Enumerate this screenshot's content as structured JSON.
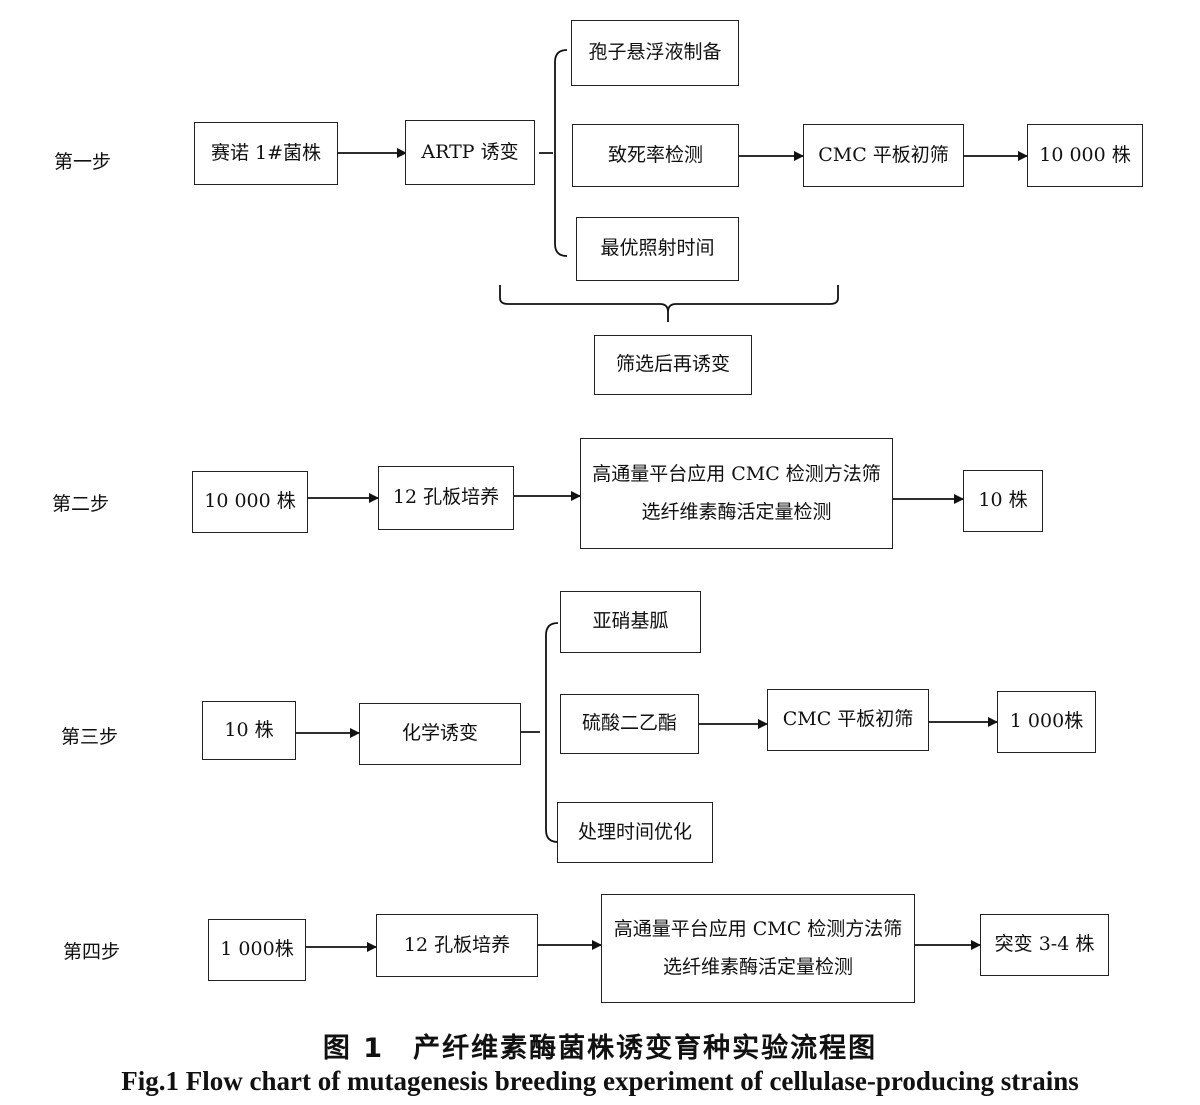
{
  "steps": {
    "s1": "第一步",
    "s2": "第二步",
    "s3": "第三步",
    "s4": "第四步"
  },
  "step1": {
    "strain": "赛诺 1#菌株",
    "artp": "ARTP 诱变",
    "spore": "孢子悬浮液制备",
    "lethality": "致死率检测",
    "optimal": "最优照射时间",
    "cmc": "CMC 平板初筛",
    "count": "10 000  株",
    "rescreen": "筛选后再诱变"
  },
  "step2": {
    "input": "10 000  株",
    "culture": "12 孔板培养",
    "method_line1": "高通量平台应用 CMC 检测方法筛",
    "method_line2": "选纤维素酶活定量检测",
    "output": "10 株"
  },
  "step3": {
    "input": "10 株",
    "chem": "化学诱变",
    "ntg": "亚硝基胍",
    "des": "硫酸二乙酯",
    "opt": "处理时间优化",
    "cmc": "CMC 平板初筛",
    "output": "1  000株"
  },
  "step4": {
    "input": "1  000株",
    "culture": "12 孔板培养",
    "method_line1": "高通量平台应用 CMC 检测方法筛",
    "method_line2": "选纤维素酶活定量检测",
    "output": "突变 3-4 株"
  },
  "caption": {
    "cn": "图 1　产纤维素酶菌株诱变育种实验流程图",
    "en": "Fig.1 Flow chart of mutagenesis breeding experiment of cellulase-producing strains"
  }
}
